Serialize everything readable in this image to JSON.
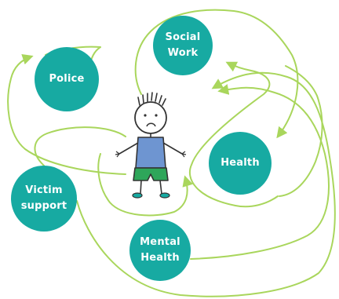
{
  "nodes": {
    "social_work": {
      "line1": "Social",
      "line2": "Work"
    },
    "police": {
      "line1": "Police"
    },
    "health": {
      "line1": "Health"
    },
    "victim_support": {
      "line1": "Victim",
      "line2": "support"
    },
    "mental_health": {
      "line1": "Mental",
      "line2": "Health"
    }
  },
  "colors": {
    "node_fill": "#17aaa2",
    "path_line": "#a9d65c",
    "shirt": "#6e95d1",
    "shorts": "#2ea65a",
    "outline": "#333333"
  },
  "icons": {
    "child": "stick-figure-child-sad"
  }
}
